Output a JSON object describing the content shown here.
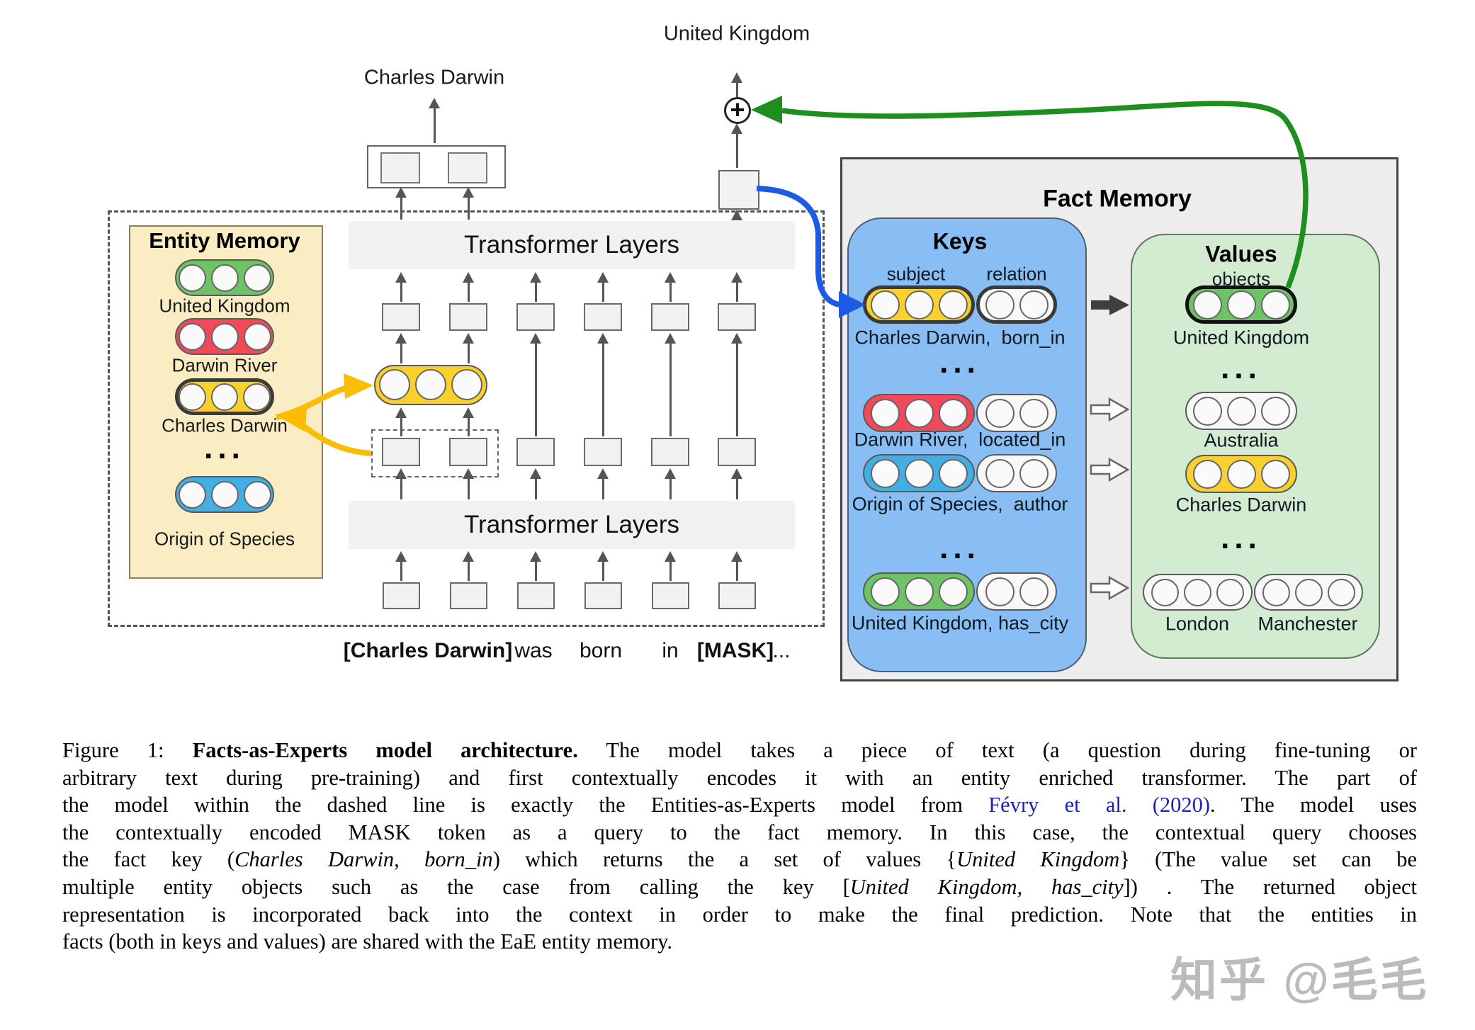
{
  "colors": {
    "green": "#6EC464",
    "red": "#F2495A",
    "yellow": "#FAD02C",
    "blue": "#41AEE4",
    "white_pill": "#F8F8F8",
    "entity_bg": "#FAEDC3",
    "keys_bg": "#89BEF5",
    "values_bg": "#D3EBD1",
    "fact_bg": "#EDEDED",
    "band_bg": "#F1F1F1",
    "box_fill": "#F2F2F2",
    "gray": "#555555",
    "green_arrow": "#1E8E1E",
    "blue_arrow": "#1E5BE4",
    "yellow_arrow": "#FBBC05",
    "link": "#1A22B8"
  },
  "figure": {
    "top": {
      "left_output": "Charles Darwin",
      "right_output": "United Kingdom"
    },
    "plus_icon": "+",
    "entity_memory": {
      "title": "Entity Memory",
      "items": [
        {
          "label": "United Kingdom",
          "color": "green"
        },
        {
          "label": "Darwin River",
          "color": "red"
        },
        {
          "label": "Charles Darwin",
          "color": "yellow",
          "highlight": true
        },
        {
          "dots": true
        },
        {
          "label": "Origin of Species",
          "color": "blue"
        }
      ]
    },
    "transformer": {
      "upper_label": "Transformer Layers",
      "lower_label": "Transformer Layers"
    },
    "input_tokens": [
      {
        "text": "[Charles Darwin]",
        "bold": true
      },
      {
        "text": "was"
      },
      {
        "text": "born"
      },
      {
        "text": "in"
      },
      {
        "text": "[MASK]",
        "bold": true
      },
      {
        "text": "..."
      }
    ],
    "fact_memory": {
      "title": "Fact Memory",
      "keys": {
        "title": "Keys",
        "col_subject": "subject",
        "col_relation": "relation",
        "rows": [
          {
            "label": "Charles Darwin,  born_in",
            "color": "yellow",
            "highlight": true,
            "arrow": "solid"
          },
          {
            "dots": true
          },
          {
            "label": "Darwin River,  located_in",
            "color": "red",
            "arrow": "outline"
          },
          {
            "label": "Origin of Species,  author",
            "color": "blue",
            "arrow": "outline"
          },
          {
            "dots": true
          },
          {
            "label": "United Kingdom, has_city",
            "color": "green",
            "arrow": "outline"
          }
        ]
      },
      "values": {
        "title": "Values",
        "col_objects": "objects",
        "rows": [
          {
            "label": "United Kingdom",
            "color": "green",
            "highlight": true
          },
          {
            "dots": true
          },
          {
            "label": "Australia",
            "color": "white_pill"
          },
          {
            "label": "Charles Darwin",
            "color": "yellow"
          },
          {
            "dots": true
          },
          {
            "pair": [
              "London",
              "Manchester"
            ],
            "color": "white_pill"
          }
        ]
      }
    }
  },
  "caption": {
    "lines": [
      [
        {
          "t": "Figure 1: "
        },
        {
          "t": "Facts-as-Experts model architecture.",
          "b": true
        },
        {
          "t": " The model takes a piece of text (a question during fine-tuning or"
        }
      ],
      [
        {
          "t": "arbitrary text during pre-training) and first contextually encodes it with an entity enriched transformer. The part of"
        }
      ],
      [
        {
          "t": "the model within the dashed line is exactly the Entities-as-Experts model from "
        },
        {
          "t": "Févry et al. (2020)",
          "link": true
        },
        {
          "t": ". The model uses"
        }
      ],
      [
        {
          "t": "the contextually encoded MASK token as a query to the fact memory. In this case, the contextual query chooses"
        }
      ],
      [
        {
          "t": "the fact key ("
        },
        {
          "t": "Charles Darwin, born_in",
          "i": true
        },
        {
          "t": ") which returns the a set of values {"
        },
        {
          "t": "United Kingdom",
          "i": true
        },
        {
          "t": "} (The value set can be"
        }
      ],
      [
        {
          "t": "multiple entity objects such as the case from calling the key ["
        },
        {
          "t": "United Kingdom, has_city",
          "i": true
        },
        {
          "t": "]) . The returned object"
        }
      ],
      [
        {
          "t": "representation is incorporated back into the context in order to make the final prediction. Note that the entities in"
        }
      ],
      [
        {
          "t": "facts (both in keys and values) are shared with the EaE entity memory."
        }
      ]
    ]
  },
  "watermark": "知乎 @毛毛"
}
